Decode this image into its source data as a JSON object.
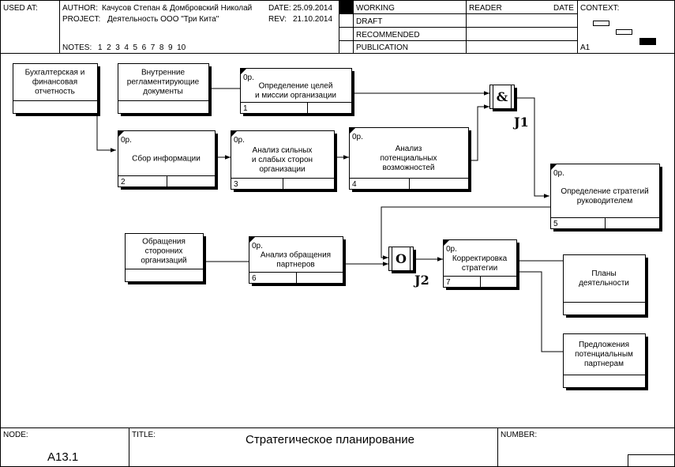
{
  "header": {
    "used_at_label": "USED AT:",
    "author_label": "AUTHOR:",
    "author": "Качусов Степан & Домбровский Николай",
    "date_label": "DATE:",
    "date": "25.09.2014",
    "project_label": "PROJECT:",
    "project": "Деятельность ООО \"Три Кита\"",
    "rev_label": "REV:",
    "rev": "21.10.2014",
    "notes_label": "NOTES:",
    "notes": "1  2  3  4  5  6  7  8  9  10",
    "status": [
      "WORKING",
      "DRAFT",
      "RECOMMENDED",
      "PUBLICATION"
    ],
    "reader_label": "READER",
    "reader_date_label": "DATE",
    "context_label": "CONTEXT:",
    "context_node": "A1"
  },
  "footer": {
    "node_label": "NODE:",
    "node": "A13.1",
    "title_label": "TITLE:",
    "title": "Стратегическое планирование",
    "number_label": "NUMBER:"
  },
  "diagram": {
    "cost": "0р.",
    "inputs": [
      {
        "lines": [
          "Бухгалтерская и",
          "финансовая",
          "отчетность"
        ]
      },
      {
        "lines": [
          "Внутренние",
          "регламентирующие",
          "документы"
        ]
      },
      {
        "lines": [
          "Обращения",
          "сторонних",
          "организаций"
        ]
      }
    ],
    "activities": [
      {
        "num": "1",
        "lines": [
          "Определение целей",
          "и миссии организации"
        ]
      },
      {
        "num": "2",
        "lines": [
          "Сбор информации"
        ]
      },
      {
        "num": "3",
        "lines": [
          "Анализ сильных",
          "и слабых сторон",
          "организации"
        ]
      },
      {
        "num": "4",
        "lines": [
          "Анализ",
          "потенциальных",
          "возможностей"
        ]
      },
      {
        "num": "5",
        "lines": [
          "Определение стратегий",
          "руководителем"
        ]
      },
      {
        "num": "6",
        "lines": [
          "Анализ обращения",
          "партнеров"
        ]
      },
      {
        "num": "7",
        "lines": [
          "Корректировка",
          "стратегии"
        ]
      }
    ],
    "outputs": [
      {
        "lines": [
          "Планы",
          "деятельности"
        ]
      },
      {
        "lines": [
          "Предложения",
          "потенциальным",
          "партнерам"
        ]
      }
    ],
    "junctions": [
      {
        "symbol": "&",
        "label": "J1"
      },
      {
        "symbol": "O",
        "label": "J2"
      }
    ]
  }
}
